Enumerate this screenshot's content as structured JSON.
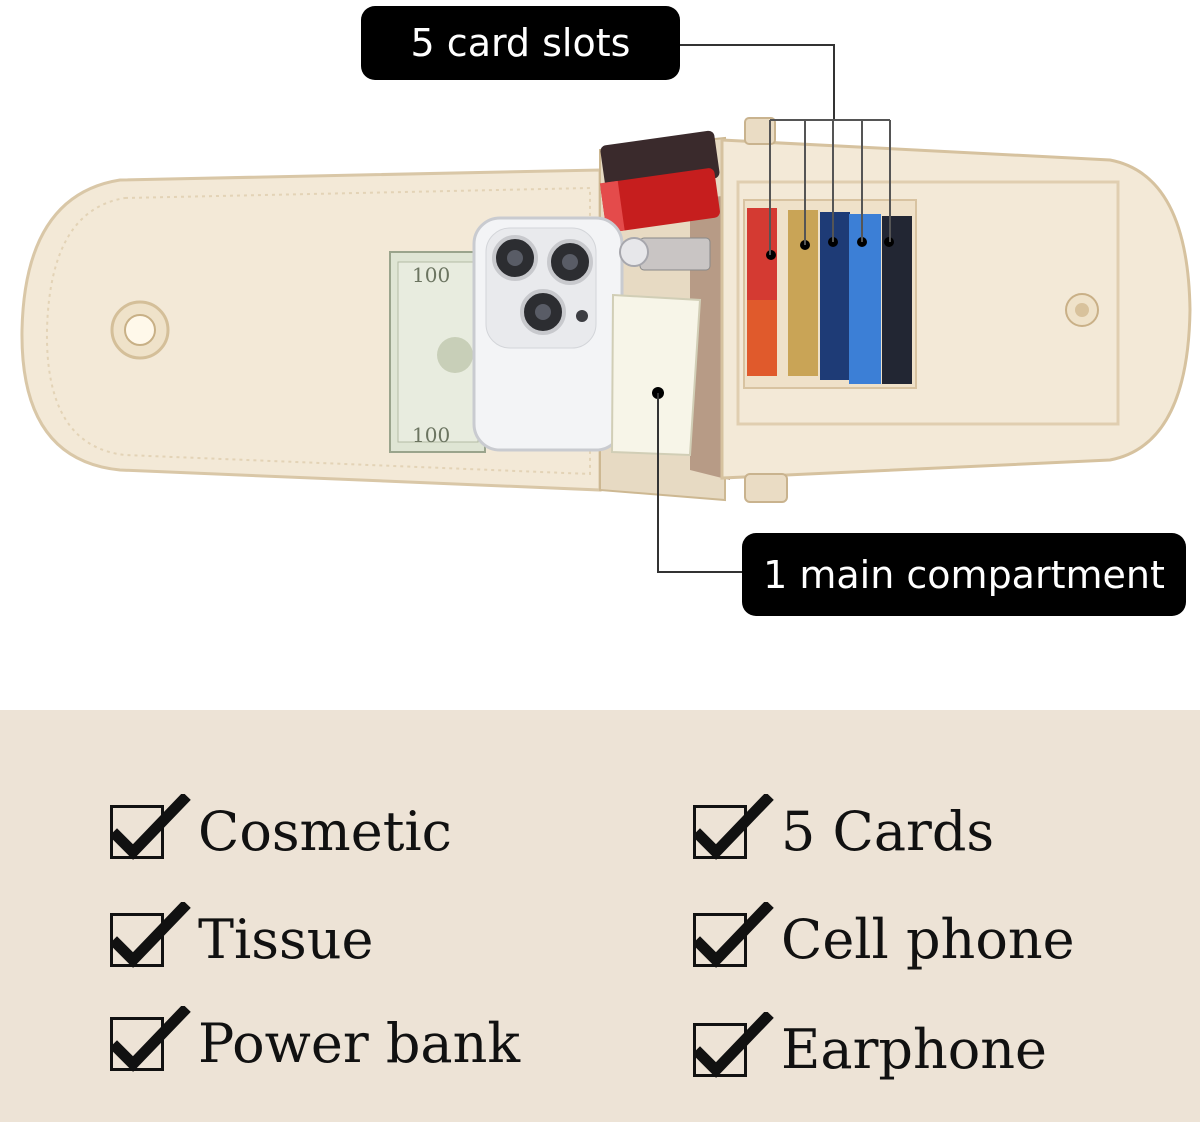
{
  "callouts": {
    "card_slots": "5 card slots",
    "main_compartment": "1 main compartment"
  },
  "checklist": {
    "left": [
      "Cosmetic",
      "Tissue",
      "Power bank"
    ],
    "right": [
      "5 Cards",
      "Cell phone",
      "Earphone"
    ]
  },
  "colors": {
    "leather": "#f1e6d3",
    "leather_edge": "#d8c6a8",
    "panel": "#ede3d6",
    "callout_bg": "#000000",
    "callout_text": "#ffffff"
  },
  "icons": {
    "checkbox": "checked-box-icon"
  }
}
